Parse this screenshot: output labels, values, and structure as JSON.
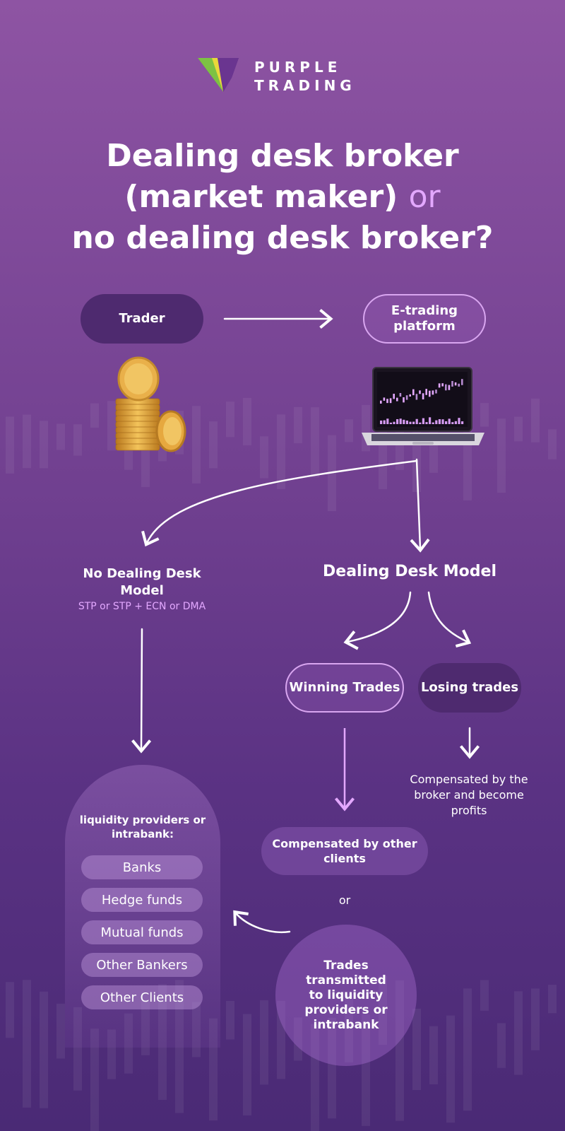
{
  "logo": {
    "line1": "PURPLE",
    "line2": "TRADING"
  },
  "title": {
    "line1": "Dealing desk broker",
    "line2_a": "(market maker)",
    "line2_or": "or",
    "line3": "no dealing desk broker?"
  },
  "nodes": {
    "trader": "Trader",
    "platform": "E-trading platform",
    "no_dealing": {
      "title": "No Dealing Desk Model",
      "subtitle": "STP or STP + ECN or DMA"
    },
    "dealing": "Dealing Desk Model",
    "winning": "Winning Trades",
    "losing": "Losing trades",
    "compensated_broker": "Compensated by the broker and become profits",
    "compensated_clients": "Compensated by other clients",
    "or": "or",
    "transmitted": "Trades transmitted to liquidity providers or intrabank"
  },
  "liquidity": {
    "heading": "liquidity providers or intrabank:",
    "items": [
      "Banks",
      "Hedge funds",
      "Mutual funds",
      "Other Bankers",
      "Other Clients"
    ]
  },
  "colors": {
    "accent": "#e3a8ff",
    "dark_pill": "#4e2a6f",
    "outline": "#d9a6f0"
  },
  "icons": [
    "logo-icon",
    "coins-icon",
    "laptop-icon"
  ]
}
